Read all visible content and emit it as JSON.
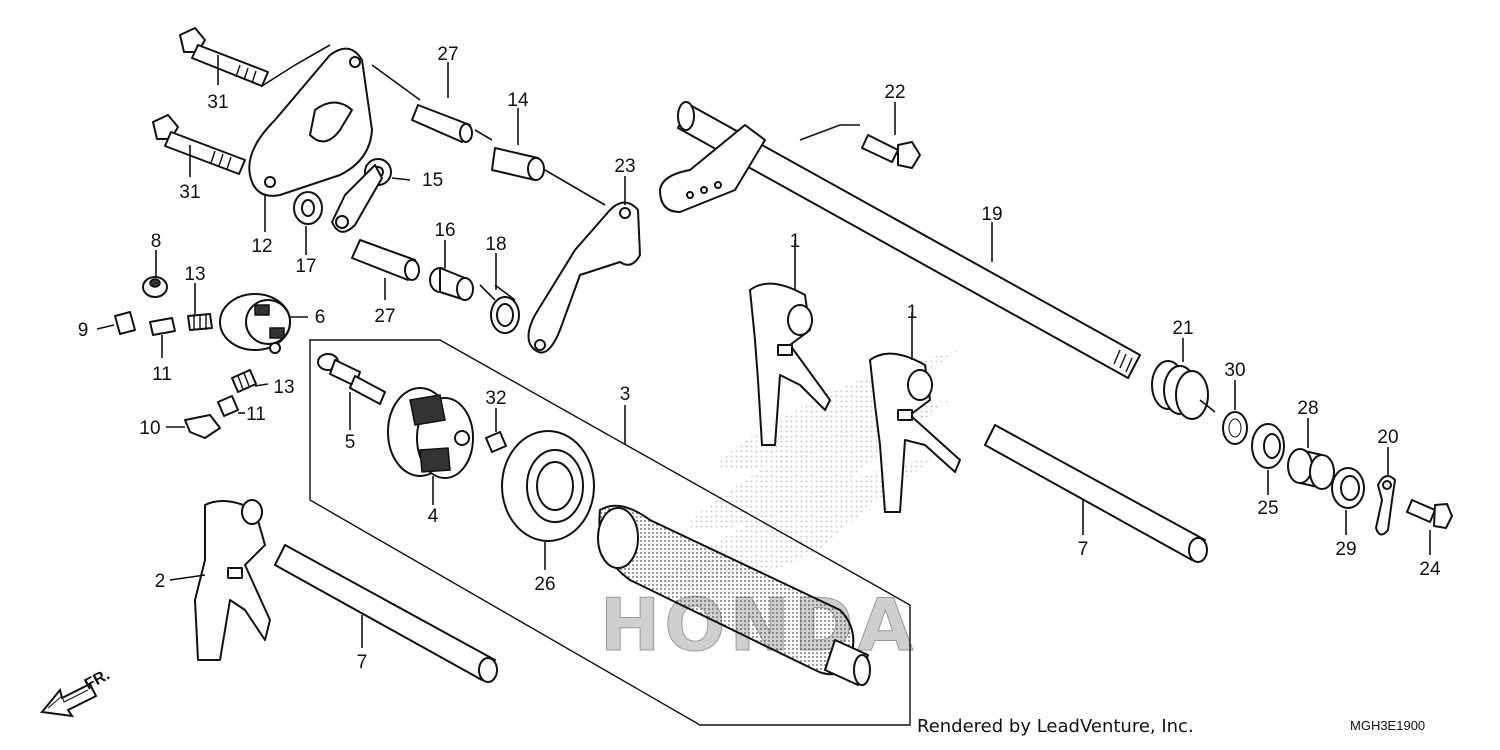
{
  "labels": {
    "p1a": "1",
    "p1b": "1",
    "p2": "2",
    "p3": "3",
    "p4": "4",
    "p5": "5",
    "p6": "6",
    "p7a": "7",
    "p7b": "7",
    "p8": "8",
    "p9": "9",
    "p10": "10",
    "p11a": "11",
    "p11b": "11",
    "p12": "12",
    "p13a": "13",
    "p13b": "13",
    "p14": "14",
    "p15": "15",
    "p16": "16",
    "p17": "17",
    "p18": "18",
    "p19": "19",
    "p20": "20",
    "p21": "21",
    "p22": "22",
    "p23": "23",
    "p24": "24",
    "p25": "25",
    "p26": "26",
    "p27a": "27",
    "p27b": "27",
    "p28": "28",
    "p29": "29",
    "p30": "30",
    "p31a": "31",
    "p31b": "31",
    "p32": "32"
  },
  "watermark": "HONDA",
  "direction": "FR.",
  "credit": "Rendered by LeadVenture, Inc.",
  "diagram_code": "MGH3E1900"
}
